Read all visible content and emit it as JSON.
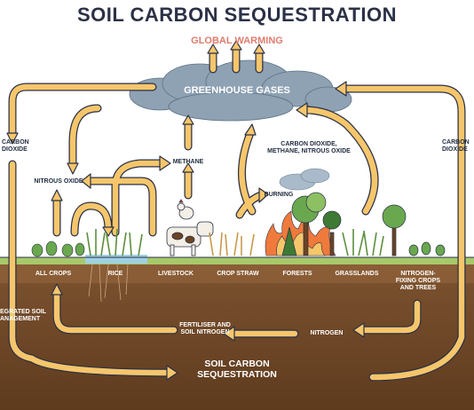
{
  "title": "SOIL CARBON SEQUESTRATION",
  "global_warming": "GLOBAL WARMING",
  "greenhouse_gases": "GREENHOUSE GASES",
  "flows": {
    "carbon_dioxide_left": [
      "CARBON",
      "DIOXIDE"
    ],
    "carbon_dioxide_right": [
      "CARBON",
      "DIOXIDE"
    ],
    "nitrous_oxide": "NITROUS OXIDE",
    "methane": "METHANE",
    "co2_methane_n2o": [
      "CARBON DIOXIDE,",
      "METHANE, NITROUS OXIDE"
    ],
    "burning": "BURNING"
  },
  "ground_labels": {
    "all_crops": "ALL CROPS",
    "rice": "RICE",
    "livestock": "LIVESTOCK",
    "crop_straw": "CROP STRAW",
    "forests": "FORESTS",
    "grasslands": "GRASSLANDS",
    "nitrogen_fixing": [
      "NITROGEN-",
      "FIXING CROPS",
      "AND TREES"
    ]
  },
  "soil_labels": {
    "integrated": [
      "EGRATED SOIL",
      "ANAGEMENT"
    ],
    "fertiliser": [
      "FERTILISER AND",
      "SOIL NITROGEN"
    ],
    "nitrogen": "NITROGEN",
    "sequestration": [
      "SOIL CARBON",
      "SEQUESTRATION"
    ]
  },
  "colors": {
    "arrow_fill": "#f6c66b",
    "arrow_outline": "#2b3146",
    "soil_dark": "#6b4423",
    "soil_mid": "#7d5330",
    "grass_strip": "#a8c96a",
    "water": "#9fd0e2",
    "cloud": "#8ea2b4",
    "fire": "#f07a3c",
    "title": "#2b3146",
    "global_warming": "#e07b6c"
  }
}
